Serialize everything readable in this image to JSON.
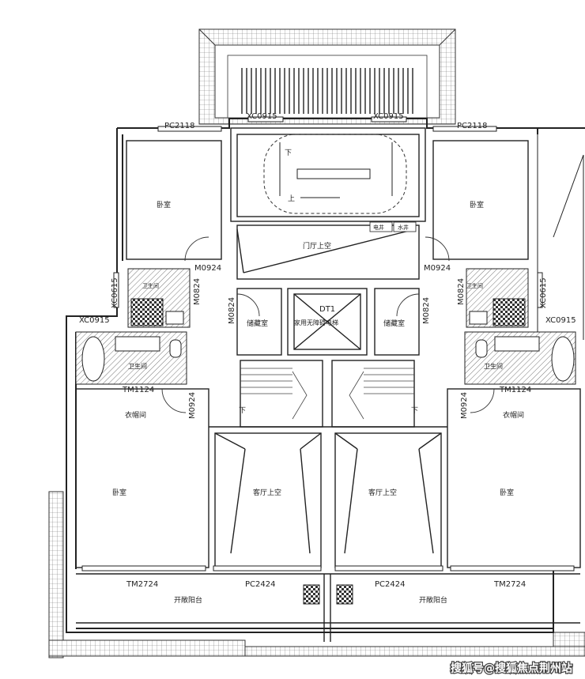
{
  "rooms": {
    "bedroom_nw": "卧室",
    "bedroom_ne": "卧室",
    "bedroom_sw": "卧室",
    "bedroom_se": "卧室",
    "foyer_void": "门厅上空",
    "storage_w": "储藏室",
    "storage_e": "储藏室",
    "elevator_tag": "DT1",
    "elevator_desc": "家用无障碍电梯",
    "bath_w_small": "卫生间",
    "bath_e_small": "卫生间",
    "bath_w": "卫生间",
    "bath_e": "卫生间",
    "closet_w": "衣帽间",
    "closet_e": "衣帽间",
    "living_void_w": "客厅上空",
    "living_void_e": "客厅上空",
    "balcony_w": "开敞阳台",
    "balcony_e": "开敞阳台",
    "shaft_elec": "电井",
    "shaft_water": "水井"
  },
  "codes": {
    "pc2118_w": "PC2118",
    "pc2118_e": "PC2118",
    "xc0915_top_w": "XC0915",
    "xc0915_top_e": "XC0915",
    "m0924_w": "M0924",
    "m0924_e": "M0924",
    "m0824_w1": "M0824",
    "m0824_e1": "M0824",
    "m0824_w2": "M0824",
    "m0824_e2": "M0824",
    "xc0615_w": "XC0615",
    "xc0615_e": "XC0615",
    "xc0915_w": "XC0915",
    "xc0915_e": "XC0915",
    "tm1124_w": "TM1124",
    "tm1124_e": "TM1124",
    "m0924_w2": "M0924",
    "m0924_e2": "M0924",
    "tm2724_w": "TM2724",
    "tm2724_e": "TM2724",
    "pc2424_w": "PC2424",
    "pc2424_e": "PC2424"
  },
  "stair_marks": {
    "down_top": "下",
    "up_top": "上",
    "down_w": "下",
    "down_e": "下"
  },
  "watermark": "搜狐号@搜狐焦点荆州站"
}
